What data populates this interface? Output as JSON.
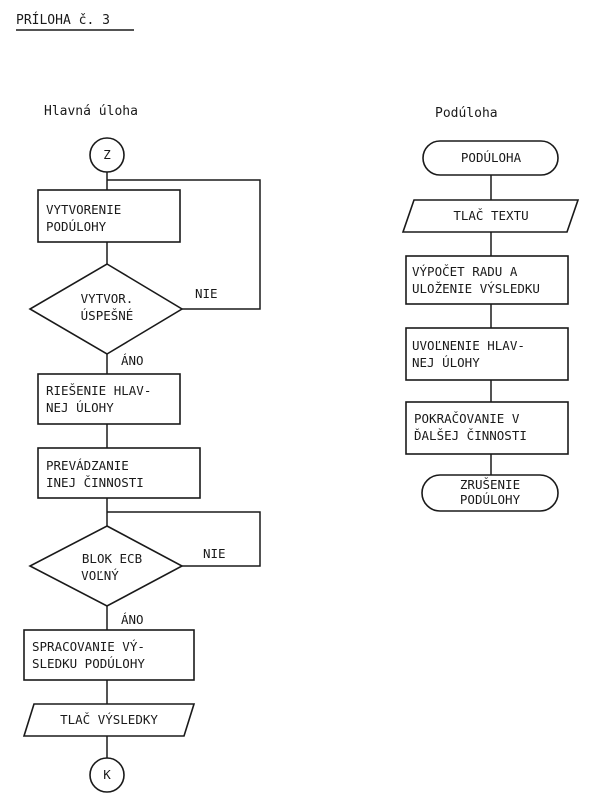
{
  "page_title": "PRÍLOHA č. 3",
  "main": {
    "heading": "Hlavná úloha",
    "start_label": "Z",
    "create_subtask": [
      "VYTVORENIE",
      "PODÚLOHY"
    ],
    "created_check": [
      "VYTVOR.",
      "ÚSPEŠNÉ"
    ],
    "no_label_1": "NIE",
    "yes_label_1": "ÁNO",
    "solve_main": [
      "RIEŠENIE HLAV-",
      "NEJ ÚLOHY"
    ],
    "other_activity": [
      "PREVÁDZANIE",
      "INEJ ČINNOSTI"
    ],
    "ecb_check": [
      "BLOK ECB",
      "VOĽNÝ"
    ],
    "no_label_2": "NIE",
    "yes_label_2": "ÁNO",
    "process_result": [
      "SPRACOVANIE VÝ-",
      "SLEDKU PODÚLOHY"
    ],
    "print_results": "TLAČ VÝSLEDKY",
    "end_label": "K"
  },
  "sub": {
    "heading": "Podúloha",
    "start": "PODÚLOHA",
    "print_text": "TLAČ TEXTU",
    "compute": [
      "VÝPOČET RADU A",
      "ULOŽENIE VÝSLEDKU"
    ],
    "release": [
      "UVOĽNENIE HLAV-",
      "NEJ ÚLOHY"
    ],
    "continue": [
      "POKRAČOVANIE V",
      "ĎALŠEJ ČINNOSTI"
    ],
    "cancel": [
      "ZRUŠENIE",
      "PODÚLOHY"
    ]
  }
}
